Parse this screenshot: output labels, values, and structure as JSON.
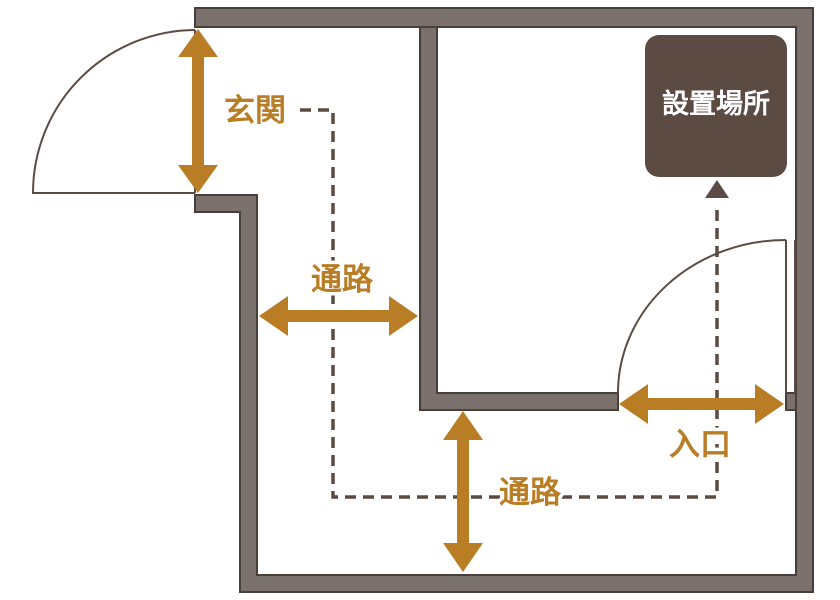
{
  "labels": {
    "entrance": "玄関",
    "passage_upper": "通路",
    "passage_lower": "通路",
    "entry": "入口",
    "destination": "設置場所"
  },
  "colors": {
    "wall_fill": "#7a706c",
    "wall_stroke": "#4a3e3a",
    "arrow": "#b97d26",
    "dest_box": "#5c4b43",
    "route": "#5c4b43",
    "door_swing": "#5c4b43"
  }
}
